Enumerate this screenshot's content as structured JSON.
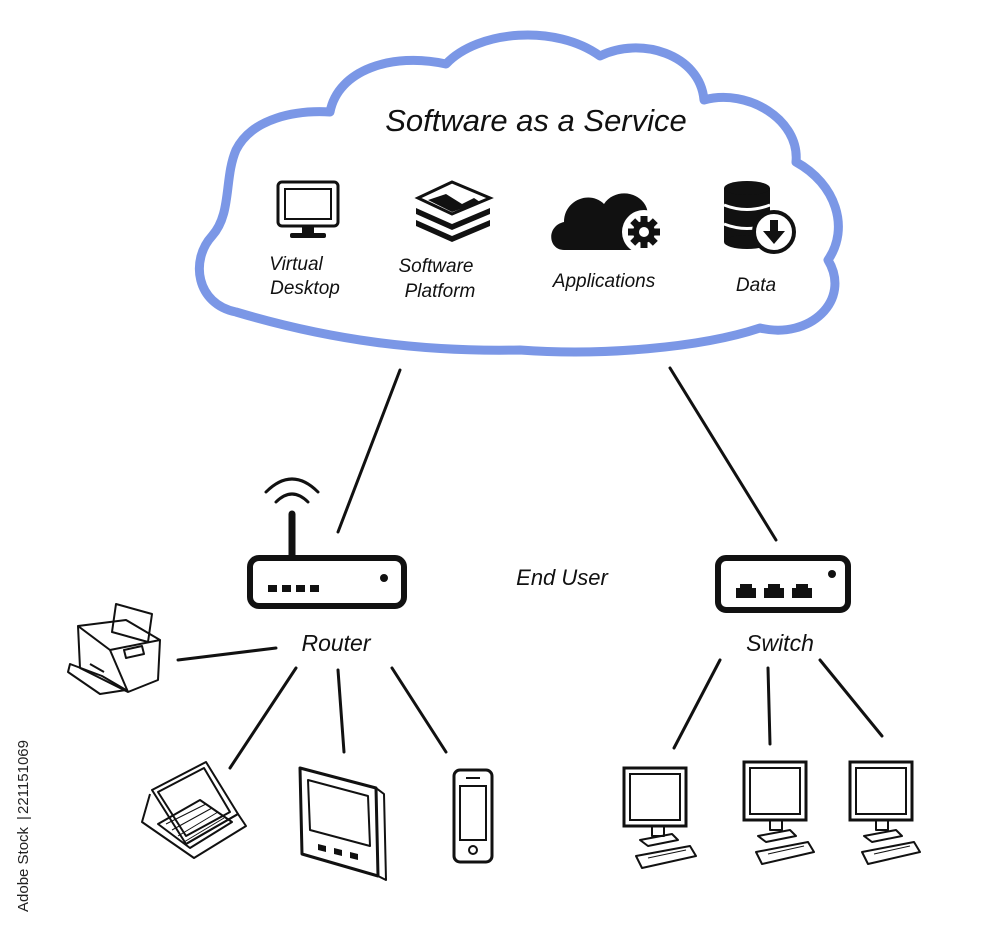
{
  "cloud": {
    "title": "Software as a Service",
    "items": [
      {
        "line1": "Virtual",
        "line2": "Desktop",
        "icon": "monitor-icon"
      },
      {
        "line1": "Software",
        "line2": "Platform",
        "icon": "layers-icon"
      },
      {
        "line1": "Applications",
        "line2": "",
        "icon": "cloud-gear-icon"
      },
      {
        "line1": "Data",
        "line2": "",
        "icon": "database-download-icon"
      }
    ],
    "outline_color": "#7b97e6"
  },
  "devices": {
    "router": "Router",
    "switch": "Switch",
    "middle": "End User"
  },
  "stock_id": "221151069",
  "stock_brand": "Adobe Stock"
}
